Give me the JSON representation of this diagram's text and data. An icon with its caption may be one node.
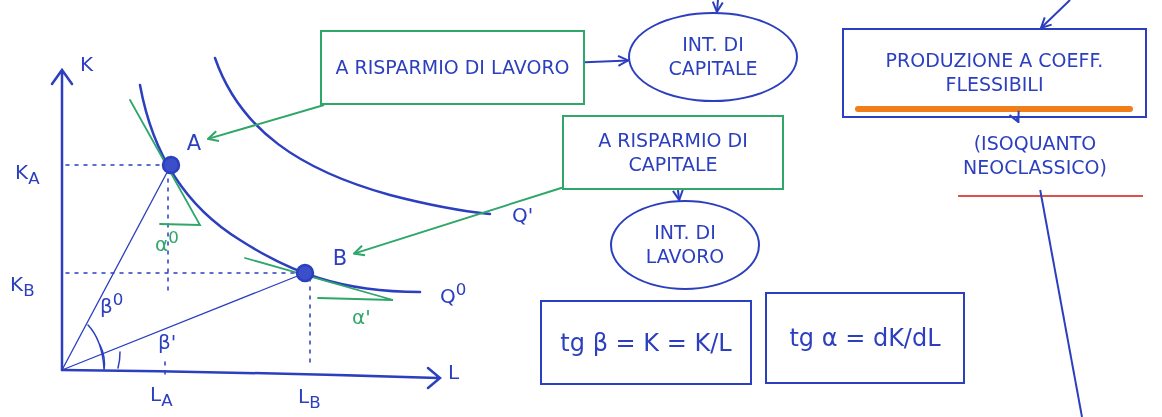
{
  "diagram": {
    "nodes": [
      {
        "text": [
          "A RISPARMIO DI LAVORO"
        ]
      },
      {
        "text": [
          "INT. DI CAPITALE"
        ]
      },
      {
        "text": [
          "A RISPARMIO DI CAPITALE"
        ]
      },
      {
        "text": [
          "INT. DI LAVORO"
        ]
      },
      {
        "text": [
          "PRODUZIONE A COEFF. FLESSIBILI"
        ]
      },
      {
        "text": [
          "(ISOQUANTO NEOCLASSICO)"
        ]
      },
      {
        "text": [
          "A"
        ]
      },
      {
        "text": [
          "B"
        ]
      },
      {
        "text": [
          "tg β = K = K/L"
        ]
      },
      {
        "text": [
          "tg α = dK/dL"
        ]
      }
    ],
    "edges": [
      {
        "from": 0,
        "to": 6,
        "arrow": "to",
        "color": "#2fa66a"
      },
      {
        "from": 0,
        "to": 1,
        "arrow": "to"
      },
      {
        "from": 2,
        "to": 7,
        "arrow": "to",
        "color": "#2fa66a"
      },
      {
        "from": 2,
        "to": 3,
        "arrow": "to"
      },
      {
        "from": 4,
        "to": 5,
        "arrow": "to"
      },
      {
        "from": null,
        "to": 1,
        "arrow": "to"
      },
      {
        "from": null,
        "to": 4,
        "arrow": "to"
      },
      {
        "from": 5,
        "to": null,
        "arrow": "none"
      }
    ],
    "labels": [
      "K",
      "K$_{A}$",
      "K$_{B}$",
      "Q'",
      "Q$^{0}$",
      "α$^{0}$",
      "α'",
      "β$^{0}$",
      "β'",
      "L",
      "L$_{A}$",
      "L$_{B}$"
    ]
  }
}
